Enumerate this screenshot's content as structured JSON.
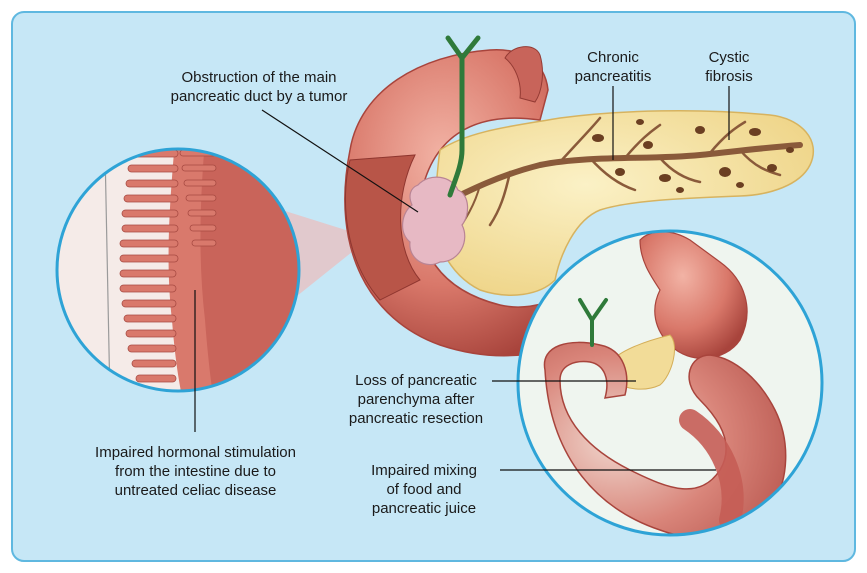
{
  "colors": {
    "panel_bg": "#c6e7f6",
    "panel_border": "#5fb8e0",
    "pancreas": "#f6e3a4",
    "stomach": "#d9786a",
    "duct": "#8a5a3a",
    "tumor": "#e7b9c4",
    "circle_border": "#2ea3d6"
  },
  "labels": {
    "tumor": [
      "Obstruction of the main",
      "pancreatic duct by a tumor"
    ],
    "chronic": [
      "Chronic",
      "pancreatitis"
    ],
    "cystic": [
      "Cystic",
      "fibrosis"
    ],
    "celiac": [
      "Impaired hormonal stimulation",
      "from the intestine due to",
      "untreated celiac disease"
    ],
    "resection": [
      "Loss of pancreatic",
      "parenchyma after",
      "pancreatic resection"
    ],
    "mixing": [
      "Impaired mixing",
      "of food and",
      "pancreatic juice"
    ]
  }
}
